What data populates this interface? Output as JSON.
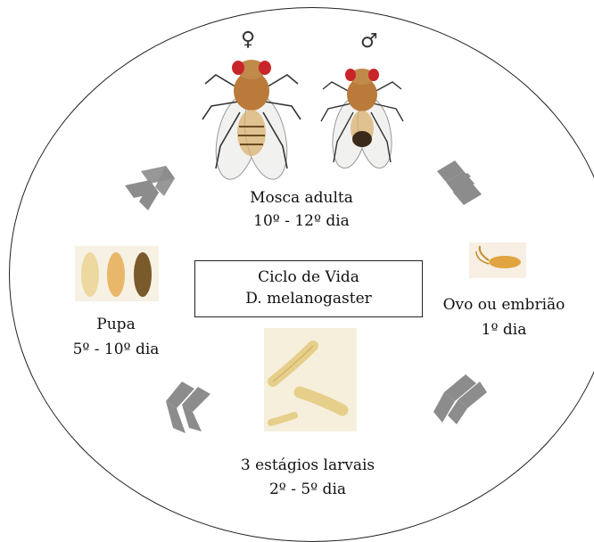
{
  "center": {
    "line1": "Ciclo de Vida",
    "line2": "D. melanogaster"
  },
  "adult": {
    "female_symbol": "♀",
    "male_symbol": "♂",
    "label": "Mosca adulta",
    "days": "10º - 12º dia"
  },
  "egg": {
    "label": "Ovo ou embrião",
    "days": "1º dia"
  },
  "larva": {
    "label": "3 estágios larvais",
    "days": "2º - 5º dia"
  },
  "pupa": {
    "label": "Pupa",
    "days": "5º - 10º dia"
  },
  "colors": {
    "arrow": "#8c8c8c",
    "larva": "#e6cf8a",
    "pupa_light": "#e8c77a",
    "pupa_dark": "#7a5a2a",
    "fly_body": "#b97a3a",
    "fly_eye": "#c8252a"
  }
}
